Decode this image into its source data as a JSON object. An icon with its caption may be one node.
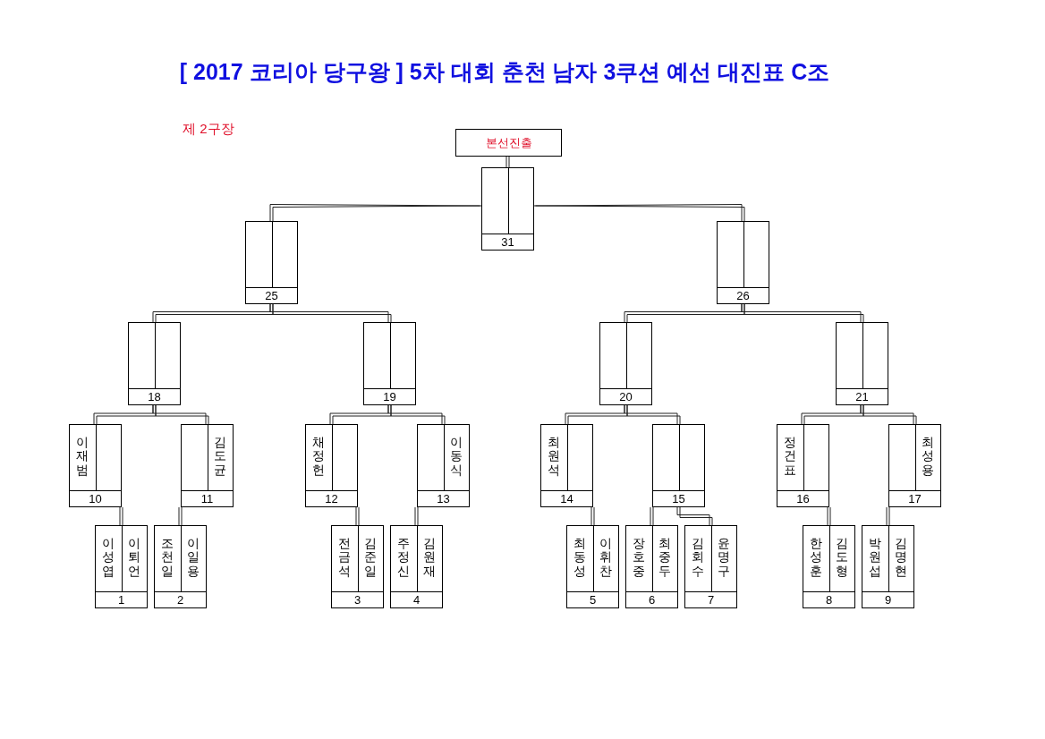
{
  "diagram": {
    "title": "[ 2017 코리아 당구왕 ] 5차 대회 춘천 남자 3쿠션 예선 대진표 C조",
    "nodes": [
      {
        "text": [
          "본선진출"
        ]
      },
      {
        "text": [
          "31"
        ]
      },
      {
        "text": [
          "25"
        ]
      },
      {
        "text": [
          "26"
        ]
      },
      {
        "text": [
          "18"
        ]
      },
      {
        "text": [
          "19"
        ]
      },
      {
        "text": [
          "20"
        ]
      },
      {
        "text": [
          "21"
        ]
      },
      {
        "text": [
          "10"
        ]
      },
      {
        "text": [
          "이재범"
        ],
        "in": 8
      },
      {
        "text": [
          "11"
        ]
      },
      {
        "text": [
          "김도균"
        ],
        "in": 10
      },
      {
        "text": [
          "12"
        ]
      },
      {
        "text": [
          "채정헌"
        ],
        "in": 12
      },
      {
        "text": [
          "13"
        ]
      },
      {
        "text": [
          "이동식"
        ],
        "in": 14
      },
      {
        "text": [
          "14"
        ]
      },
      {
        "text": [
          "최원석"
        ],
        "in": 16
      },
      {
        "text": [
          "15"
        ]
      },
      {
        "text": [
          "16"
        ]
      },
      {
        "text": [
          "정건표"
        ],
        "in": 19
      },
      {
        "text": [
          "17"
        ]
      },
      {
        "text": [
          "최성용"
        ],
        "in": 21
      },
      {
        "text": [
          "1"
        ]
      },
      {
        "text": [
          "이성엽"
        ],
        "in": 23
      },
      {
        "text": [
          "이퇴언"
        ],
        "in": 23
      },
      {
        "text": [
          "2"
        ]
      },
      {
        "text": [
          "조천일"
        ],
        "in": 26
      },
      {
        "text": [
          "이일용"
        ],
        "in": 26
      },
      {
        "text": [
          "3"
        ]
      },
      {
        "text": [
          "전금석"
        ],
        "in": 29
      },
      {
        "text": [
          "김준일"
        ],
        "in": 29
      },
      {
        "text": [
          "4"
        ]
      },
      {
        "text": [
          "주정신"
        ],
        "in": 32
      },
      {
        "text": [
          "김원재"
        ],
        "in": 32
      },
      {
        "text": [
          "5"
        ]
      },
      {
        "text": [
          "최동성"
        ],
        "in": 35
      },
      {
        "text": [
          "이휘찬"
        ],
        "in": 35
      },
      {
        "text": [
          "6"
        ]
      },
      {
        "text": [
          "장호중"
        ],
        "in": 38
      },
      {
        "text": [
          "최중두"
        ],
        "in": 38
      },
      {
        "text": [
          "7"
        ]
      },
      {
        "text": [
          "김회수"
        ],
        "in": 41
      },
      {
        "text": [
          "윤명구"
        ],
        "in": 41
      },
      {
        "text": [
          "8"
        ]
      },
      {
        "text": [
          "한성훈"
        ],
        "in": 44
      },
      {
        "text": [
          "김도형"
        ],
        "in": 44
      },
      {
        "text": [
          "9"
        ]
      },
      {
        "text": [
          "박원섭"
        ],
        "in": 47
      },
      {
        "text": [
          "김명현"
        ],
        "in": 47
      }
    ],
    "edges": [
      {
        "from": 1,
        "to": 0,
        "arrow": "none"
      },
      {
        "from": 2,
        "to": 1,
        "arrow": "none"
      },
      {
        "from": 3,
        "to": 1,
        "arrow": "none"
      },
      {
        "from": 4,
        "to": 2,
        "arrow": "none"
      },
      {
        "from": 5,
        "to": 2,
        "arrow": "none"
      },
      {
        "from": 6,
        "to": 3,
        "arrow": "none"
      },
      {
        "from": 7,
        "to": 3,
        "arrow": "none"
      },
      {
        "from": 8,
        "to": 4,
        "arrow": "none"
      },
      {
        "from": 10,
        "to": 4,
        "arrow": "none"
      },
      {
        "from": 12,
        "to": 5,
        "arrow": "none"
      },
      {
        "from": 14,
        "to": 5,
        "arrow": "none"
      },
      {
        "from": 16,
        "to": 6,
        "arrow": "none"
      },
      {
        "from": 18,
        "to": 6,
        "arrow": "none"
      },
      {
        "from": 19,
        "to": 7,
        "arrow": "none"
      },
      {
        "from": 21,
        "to": 7,
        "arrow": "none"
      },
      {
        "from": 23,
        "to": 8,
        "arrow": "none"
      },
      {
        "from": 26,
        "to": 10,
        "arrow": "none"
      },
      {
        "from": 29,
        "to": 12,
        "arrow": "none"
      },
      {
        "from": 32,
        "to": 14,
        "arrow": "none"
      },
      {
        "from": 35,
        "to": 16,
        "arrow": "none"
      },
      {
        "from": 38,
        "to": 18,
        "arrow": "none"
      },
      {
        "from": 41,
        "to": 18,
        "arrow": "none"
      },
      {
        "from": 44,
        "to": 19,
        "arrow": "none"
      },
      {
        "from": 47,
        "to": 21,
        "arrow": "none"
      }
    ],
    "labels": [
      "제 2구장"
    ]
  }
}
